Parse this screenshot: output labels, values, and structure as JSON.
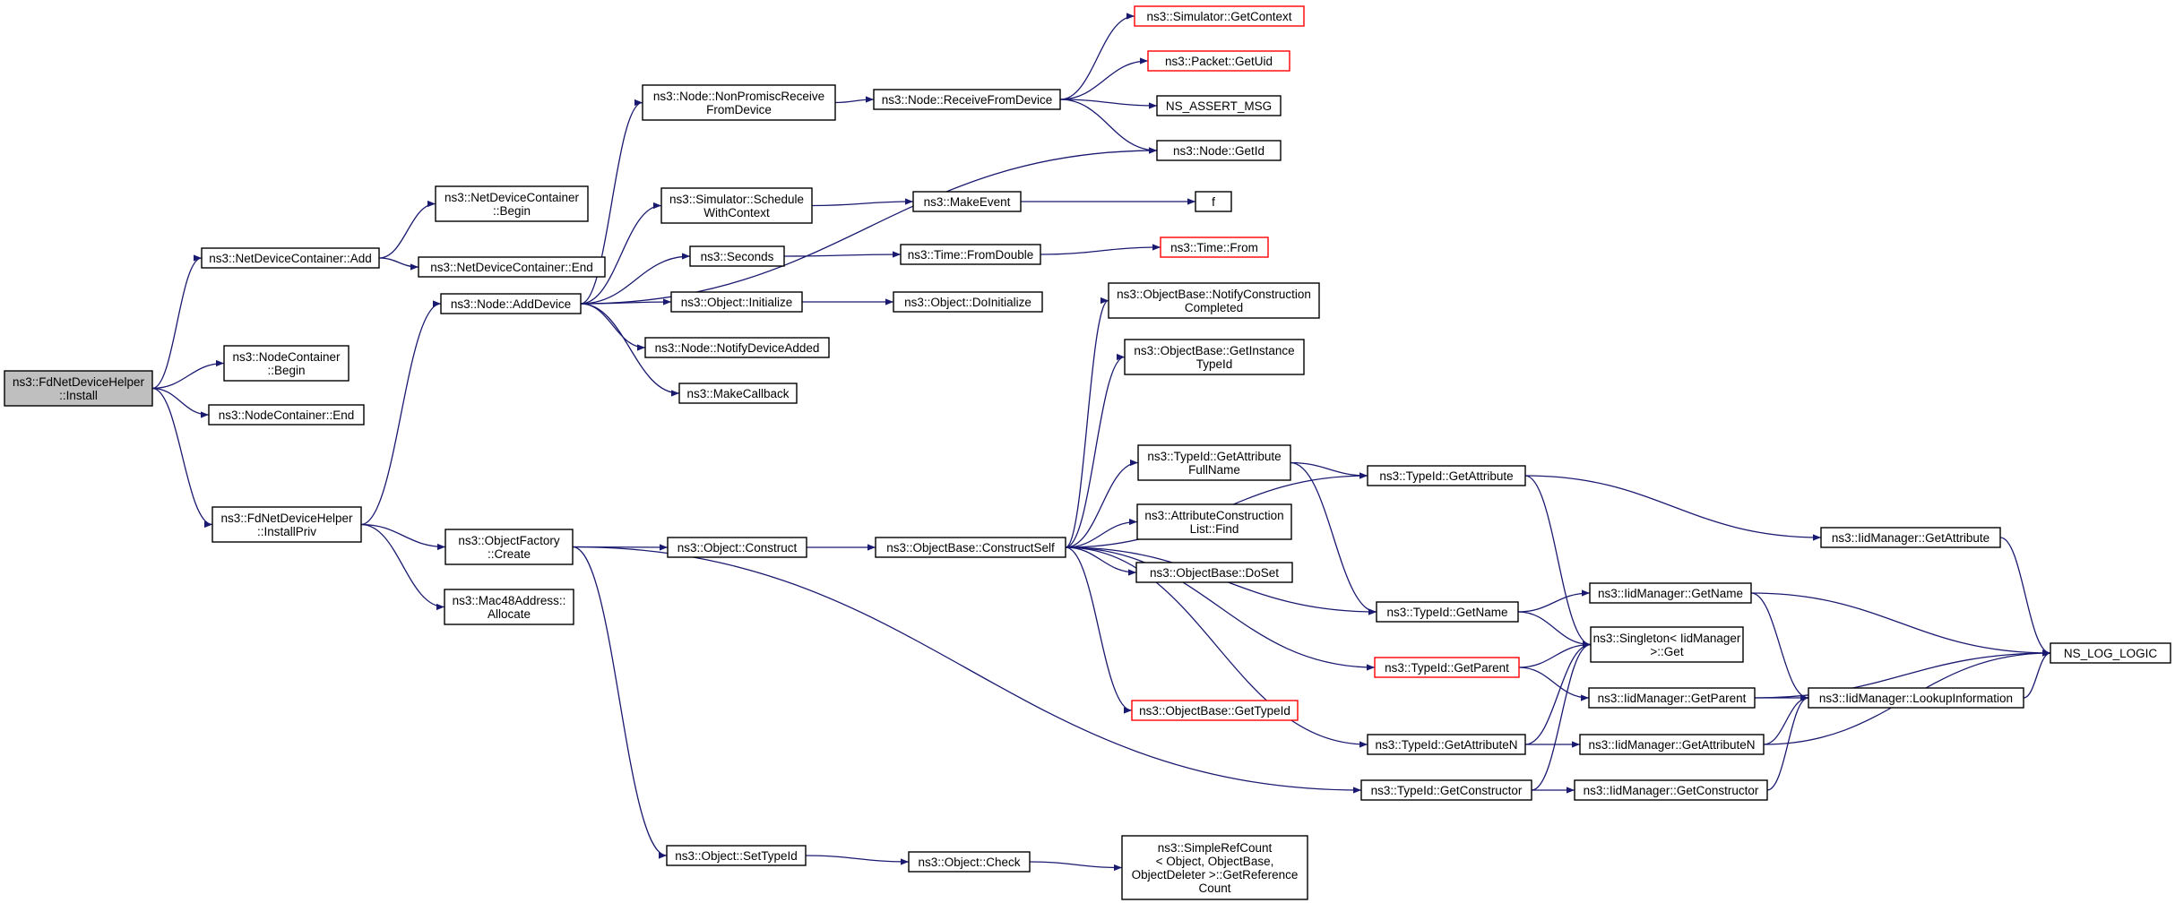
{
  "colors": {
    "edge": "#191970",
    "root_fill": "#bfbfbf",
    "truncated_border": "#ff0000",
    "node_border": "#000000"
  },
  "nodes": {
    "install": {
      "lines": [
        "ns3::FdNetDeviceHelper",
        "::Install"
      ],
      "root": true
    },
    "ndc_add": {
      "lines": [
        "ns3::NetDeviceContainer::Add"
      ]
    },
    "ndc_begin": {
      "lines": [
        "ns3::NetDeviceContainer",
        "::Begin"
      ]
    },
    "ndc_end": {
      "lines": [
        "ns3::NetDeviceContainer::End"
      ]
    },
    "nc_begin": {
      "lines": [
        "ns3::NodeContainer",
        "::Begin"
      ]
    },
    "nc_end": {
      "lines": [
        "ns3::NodeContainer::End"
      ]
    },
    "install_priv": {
      "lines": [
        "ns3::FdNetDeviceHelper",
        "::InstallPriv"
      ]
    },
    "add_device": {
      "lines": [
        "ns3::Node::AddDevice"
      ]
    },
    "nonpromisc": {
      "lines": [
        "ns3::Node::NonPromiscReceive",
        "FromDevice"
      ]
    },
    "receive_from_device": {
      "lines": [
        "ns3::Node::ReceiveFromDevice"
      ]
    },
    "sim_getcontext": {
      "lines": [
        "ns3::Simulator::GetContext"
      ],
      "truncated": true
    },
    "packet_getuid": {
      "lines": [
        "ns3::Packet::GetUid"
      ],
      "truncated": true
    },
    "ns_assert_msg": {
      "lines": [
        "NS_ASSERT_MSG"
      ]
    },
    "node_getid": {
      "lines": [
        "ns3::Node::GetId"
      ]
    },
    "schedule_ctx": {
      "lines": [
        "ns3::Simulator::Schedule",
        "WithContext"
      ]
    },
    "make_event": {
      "lines": [
        "ns3::MakeEvent"
      ]
    },
    "f": {
      "lines": [
        "f"
      ]
    },
    "seconds": {
      "lines": [
        "ns3::Seconds"
      ]
    },
    "time_fromdouble": {
      "lines": [
        "ns3::Time::FromDouble"
      ]
    },
    "time_from": {
      "lines": [
        "ns3::Time::From"
      ],
      "truncated": true
    },
    "obj_initialize": {
      "lines": [
        "ns3::Object::Initialize"
      ]
    },
    "obj_doinitialize": {
      "lines": [
        "ns3::Object::DoInitialize"
      ]
    },
    "notify_device_added": {
      "lines": [
        "ns3::Node::NotifyDeviceAdded"
      ]
    },
    "make_callback": {
      "lines": [
        "ns3::MakeCallback"
      ]
    },
    "obj_factory_create": {
      "lines": [
        "ns3::ObjectFactory",
        "::Create"
      ]
    },
    "mac48_allocate": {
      "lines": [
        "ns3::Mac48Address::",
        "Allocate"
      ]
    },
    "obj_construct": {
      "lines": [
        "ns3::Object::Construct"
      ]
    },
    "construct_self": {
      "lines": [
        "ns3::ObjectBase::ConstructSelf"
      ]
    },
    "notify_construction": {
      "lines": [
        "ns3::ObjectBase::NotifyConstruction",
        "Completed"
      ]
    },
    "get_instance_typeid": {
      "lines": [
        "ns3::ObjectBase::GetInstance",
        "TypeId"
      ]
    },
    "typeid_getattr_fullname": {
      "lines": [
        "ns3::TypeId::GetAttribute",
        "FullName"
      ]
    },
    "attr_construction_find": {
      "lines": [
        "ns3::AttributeConstruction",
        "List::Find"
      ]
    },
    "objectbase_doset": {
      "lines": [
        "ns3::ObjectBase::DoSet"
      ]
    },
    "objectbase_gettypeid": {
      "lines": [
        "ns3::ObjectBase::GetTypeId"
      ],
      "truncated": true
    },
    "typeid_getattribute": {
      "lines": [
        "ns3::TypeId::GetAttribute"
      ]
    },
    "typeid_getname": {
      "lines": [
        "ns3::TypeId::GetName"
      ]
    },
    "typeid_getparent": {
      "lines": [
        "ns3::TypeId::GetParent"
      ],
      "truncated": true
    },
    "typeid_getattributen": {
      "lines": [
        "ns3::TypeId::GetAttributeN"
      ]
    },
    "typeid_getconstructor": {
      "lines": [
        "ns3::TypeId::GetConstructor"
      ]
    },
    "singleton_get": {
      "lines": [
        "ns3::Singleton< IidManager",
        " >::Get"
      ]
    },
    "iid_getattribute": {
      "lines": [
        "ns3::IidManager::GetAttribute"
      ]
    },
    "iid_getname": {
      "lines": [
        "ns3::IidManager::GetName"
      ]
    },
    "iid_getparent": {
      "lines": [
        "ns3::IidManager::GetParent"
      ]
    },
    "iid_lookup": {
      "lines": [
        "ns3::IidManager::LookupInformation"
      ]
    },
    "iid_getattributen": {
      "lines": [
        "ns3::IidManager::GetAttributeN"
      ]
    },
    "iid_getconstructor": {
      "lines": [
        "ns3::IidManager::GetConstructor"
      ]
    },
    "ns_log_logic": {
      "lines": [
        "NS_LOG_LOGIC"
      ]
    },
    "obj_settypeid": {
      "lines": [
        "ns3::Object::SetTypeId"
      ]
    },
    "obj_check": {
      "lines": [
        "ns3::Object::Check"
      ]
    },
    "simple_refcount": {
      "lines": [
        "ns3::SimpleRefCount",
        "< Object, ObjectBase,",
        " ObjectDeleter >::GetReference",
        "Count"
      ]
    }
  },
  "edges": [
    [
      "install",
      "ndc_add"
    ],
    [
      "install",
      "nc_begin"
    ],
    [
      "install",
      "nc_end"
    ],
    [
      "install",
      "install_priv"
    ],
    [
      "ndc_add",
      "ndc_begin"
    ],
    [
      "ndc_add",
      "ndc_end"
    ],
    [
      "install_priv",
      "add_device"
    ],
    [
      "install_priv",
      "obj_factory_create"
    ],
    [
      "install_priv",
      "mac48_allocate"
    ],
    [
      "add_device",
      "nonpromisc"
    ],
    [
      "add_device",
      "node_getid"
    ],
    [
      "add_device",
      "schedule_ctx"
    ],
    [
      "add_device",
      "seconds"
    ],
    [
      "add_device",
      "obj_initialize"
    ],
    [
      "add_device",
      "notify_device_added"
    ],
    [
      "add_device",
      "make_callback"
    ],
    [
      "nonpromisc",
      "receive_from_device"
    ],
    [
      "receive_from_device",
      "sim_getcontext"
    ],
    [
      "receive_from_device",
      "packet_getuid"
    ],
    [
      "receive_from_device",
      "ns_assert_msg"
    ],
    [
      "receive_from_device",
      "node_getid"
    ],
    [
      "schedule_ctx",
      "make_event"
    ],
    [
      "make_event",
      "f"
    ],
    [
      "seconds",
      "time_fromdouble"
    ],
    [
      "time_fromdouble",
      "time_from"
    ],
    [
      "obj_initialize",
      "obj_doinitialize"
    ],
    [
      "obj_factory_create",
      "obj_construct"
    ],
    [
      "obj_factory_create",
      "typeid_getconstructor"
    ],
    [
      "obj_factory_create",
      "obj_settypeid"
    ],
    [
      "obj_construct",
      "construct_self"
    ],
    [
      "construct_self",
      "notify_construction"
    ],
    [
      "construct_self",
      "get_instance_typeid"
    ],
    [
      "construct_self",
      "typeid_getattribute"
    ],
    [
      "construct_self",
      "typeid_getattr_fullname"
    ],
    [
      "construct_self",
      "attr_construction_find"
    ],
    [
      "construct_self",
      "objectbase_doset"
    ],
    [
      "construct_self",
      "typeid_getname"
    ],
    [
      "construct_self",
      "typeid_getparent"
    ],
    [
      "construct_self",
      "objectbase_gettypeid"
    ],
    [
      "construct_self",
      "typeid_getattributen"
    ],
    [
      "typeid_getattr_fullname",
      "typeid_getattribute"
    ],
    [
      "typeid_getattr_fullname",
      "typeid_getname"
    ],
    [
      "typeid_getattribute",
      "iid_getattribute"
    ],
    [
      "typeid_getattribute",
      "singleton_get"
    ],
    [
      "iid_getattribute",
      "ns_log_logic"
    ],
    [
      "typeid_getname",
      "iid_getname"
    ],
    [
      "typeid_getname",
      "singleton_get"
    ],
    [
      "iid_getname",
      "ns_log_logic"
    ],
    [
      "iid_getname",
      "iid_lookup"
    ],
    [
      "typeid_getparent",
      "singleton_get"
    ],
    [
      "typeid_getparent",
      "iid_getparent"
    ],
    [
      "iid_getparent",
      "ns_log_logic"
    ],
    [
      "iid_getparent",
      "iid_lookup"
    ],
    [
      "iid_lookup",
      "ns_log_logic"
    ],
    [
      "typeid_getattributen",
      "singleton_get"
    ],
    [
      "typeid_getattributen",
      "iid_getattributen"
    ],
    [
      "iid_getattributen",
      "iid_lookup"
    ],
    [
      "iid_getattributen",
      "ns_log_logic"
    ],
    [
      "typeid_getconstructor",
      "singleton_get"
    ],
    [
      "typeid_getconstructor",
      "iid_getconstructor"
    ],
    [
      "iid_getconstructor",
      "iid_lookup"
    ],
    [
      "obj_settypeid",
      "obj_check"
    ],
    [
      "obj_check",
      "simple_refcount"
    ]
  ]
}
